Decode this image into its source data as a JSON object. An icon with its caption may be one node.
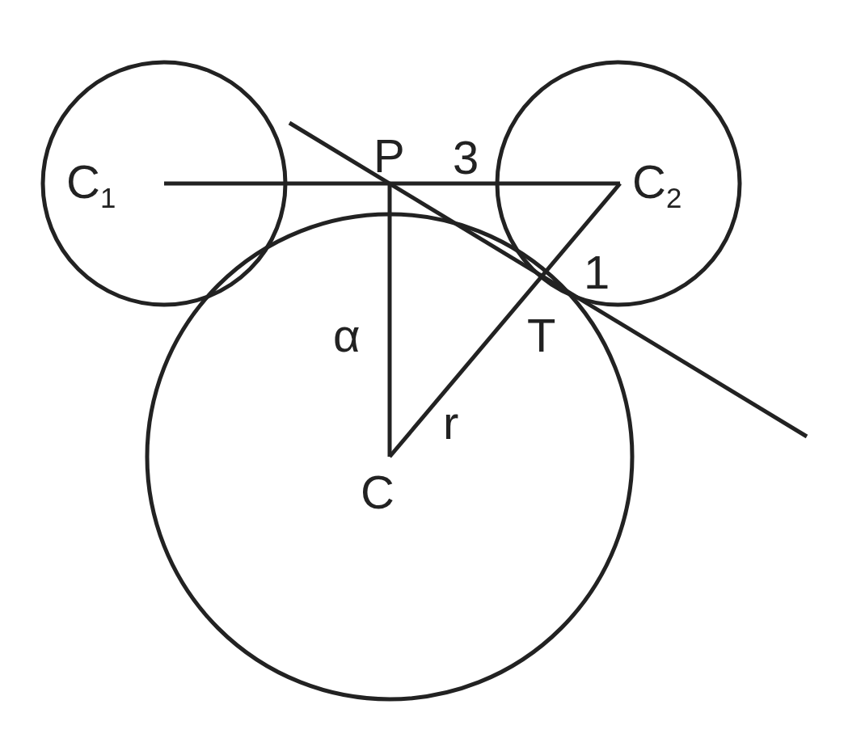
{
  "diagram": {
    "labels": [
      "C$_{1}$",
      "P",
      "3",
      "C$_{2}$",
      "1",
      "α",
      "T",
      "r",
      "C"
    ]
  }
}
